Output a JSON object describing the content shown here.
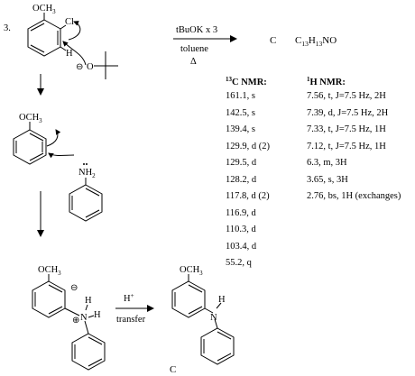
{
  "problem": {
    "number": "3.",
    "reagent_line": "tBuOK x 3",
    "solvent_line": "toluene",
    "heat_line": "Δ",
    "product_letter": "C",
    "formula_prefix": "C",
    "formula_c_count": "13",
    "formula_h_prefix": "H",
    "formula_h_count": "13",
    "formula_suffix": "NO"
  },
  "atom_labels": {
    "methoxy": "OCH",
    "methoxy_sub": "3",
    "chlorine": "Cl",
    "hydrogen": "H",
    "oxygen": "O",
    "anion_charge": "⊖",
    "nh2": "NH",
    "nh2_sub": "2",
    "cation_charge": "⊕",
    "nitrogen": "N",
    "h_top": "H",
    "h_left": "H",
    "amine_n": "N",
    "amine_h": "H"
  },
  "final_step": {
    "reagent": "H",
    "reagent_sup": "+",
    "label": "transfer",
    "product_label": "C"
  },
  "c13_nmr": {
    "title_sup": "13",
    "title": "C NMR:",
    "peaks": [
      "161.1, s",
      "142.5, s",
      "139.4, s",
      "129.9, d (2)",
      "129.5, d",
      "128.2, d",
      "117.8, d (2)",
      "116.9, d",
      "110.3, d",
      "103.4, d",
      "55.2, q"
    ]
  },
  "h1_nmr": {
    "title_sup": "1",
    "title": "H NMR:",
    "peaks": [
      "7.56, t, J=7.5 Hz, 2H",
      "7.39, d, J=7.5 Hz, 2H",
      "7.33, t, J=7.5 Hz, 1H",
      "7.12, t, J=7.5 Hz, 1H",
      "6.3, m, 3H",
      "3.65, s, 3H",
      "2.76, bs, 1H (exchanges)"
    ]
  }
}
